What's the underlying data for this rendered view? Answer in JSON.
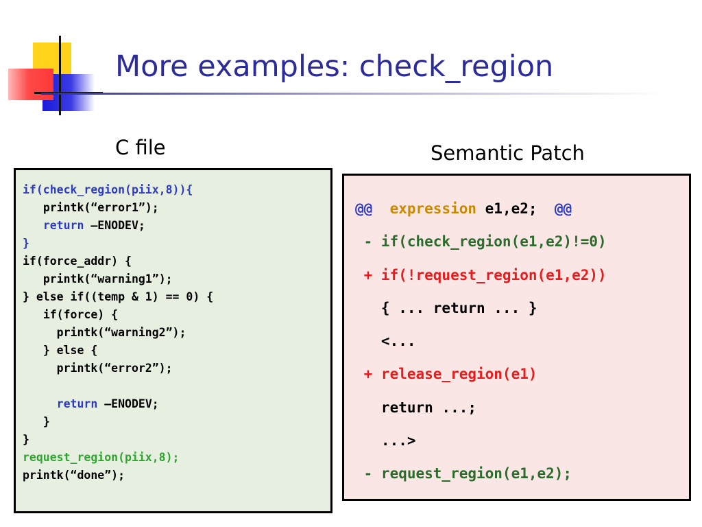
{
  "slide": {
    "title": "More examples: check_region",
    "colors": {
      "title": "#2B2B9A",
      "c_box_bg": "#E6EFE0",
      "patch_box_bg": "#FBE6E6",
      "keyword_blue": "#2E3BC4",
      "call_green": "#2FA52F",
      "metavar_orange": "#C98A00",
      "plus_red": "#E81C1C",
      "minus_green": "#2B6B2B"
    }
  },
  "c_file": {
    "heading": "C file",
    "lines": [
      {
        "indent": "",
        "segments": [
          {
            "text": "if(check_region(piix,8)){",
            "color": "blue"
          }
        ]
      },
      {
        "indent": "   ",
        "segments": [
          {
            "text": "printk(“error1”);",
            "color": "black"
          }
        ]
      },
      {
        "indent": "   ",
        "segments": [
          {
            "text": "return",
            "color": "blue"
          },
          {
            "text": " –ENODEV;",
            "color": "black"
          }
        ]
      },
      {
        "indent": "",
        "segments": [
          {
            "text": "}",
            "color": "blue"
          }
        ]
      },
      {
        "indent": "",
        "segments": [
          {
            "text": "if(force_addr) {",
            "color": "black"
          }
        ]
      },
      {
        "indent": "   ",
        "segments": [
          {
            "text": "printk(“warning1”);",
            "color": "black"
          }
        ]
      },
      {
        "indent": "",
        "segments": [
          {
            "text": "} else if((temp & 1) == 0) {",
            "color": "black"
          }
        ]
      },
      {
        "indent": "   ",
        "segments": [
          {
            "text": "if(force) {",
            "color": "black"
          }
        ]
      },
      {
        "indent": "     ",
        "segments": [
          {
            "text": "printk(“warning2”);",
            "color": "black"
          }
        ]
      },
      {
        "indent": "   ",
        "segments": [
          {
            "text": "} else {",
            "color": "black"
          }
        ]
      },
      {
        "indent": "     ",
        "segments": [
          {
            "text": "printk(“error2”);",
            "color": "black"
          }
        ]
      },
      {
        "indent": "",
        "segments": [
          {
            "text": "",
            "color": "black"
          }
        ]
      },
      {
        "indent": "     ",
        "segments": [
          {
            "text": "return",
            "color": "blue"
          },
          {
            "text": " –ENODEV;",
            "color": "black"
          }
        ]
      },
      {
        "indent": "   ",
        "segments": [
          {
            "text": "}",
            "color": "black"
          }
        ]
      },
      {
        "indent": "",
        "segments": [
          {
            "text": "}",
            "color": "black"
          }
        ]
      },
      {
        "indent": "",
        "segments": [
          {
            "text": "request_region(piix,8);",
            "color": "green"
          }
        ]
      },
      {
        "indent": "",
        "segments": [
          {
            "text": "printk(“done”);",
            "color": "black"
          }
        ]
      }
    ]
  },
  "semantic_patch": {
    "heading": "Semantic Patch",
    "lines": [
      {
        "segments": [
          {
            "text": "@@ ",
            "color": "blue"
          },
          {
            "text": " expression",
            "color": "orange"
          },
          {
            "text": " e1,e2;  ",
            "color": "black"
          },
          {
            "text": "@@",
            "color": "blue"
          }
        ]
      },
      {
        "segments": [
          {
            "text": " - if(check_region(e1,e2)!=0)",
            "color": "dgreen"
          }
        ]
      },
      {
        "segments": [
          {
            "text": " + if(!request_region(e1,e2))",
            "color": "red"
          }
        ]
      },
      {
        "segments": [
          {
            "text": "   { ... return ... }",
            "color": "black"
          }
        ]
      },
      {
        "segments": [
          {
            "text": "   <...",
            "color": "black"
          }
        ]
      },
      {
        "segments": [
          {
            "text": " + release_region(e1)",
            "color": "red"
          }
        ]
      },
      {
        "segments": [
          {
            "text": "   return ...;",
            "color": "black"
          }
        ]
      },
      {
        "segments": [
          {
            "text": "   ...>",
            "color": "black"
          }
        ]
      },
      {
        "segments": [
          {
            "text": " - request_region(e1,e2);",
            "color": "dgreen"
          }
        ]
      }
    ]
  }
}
